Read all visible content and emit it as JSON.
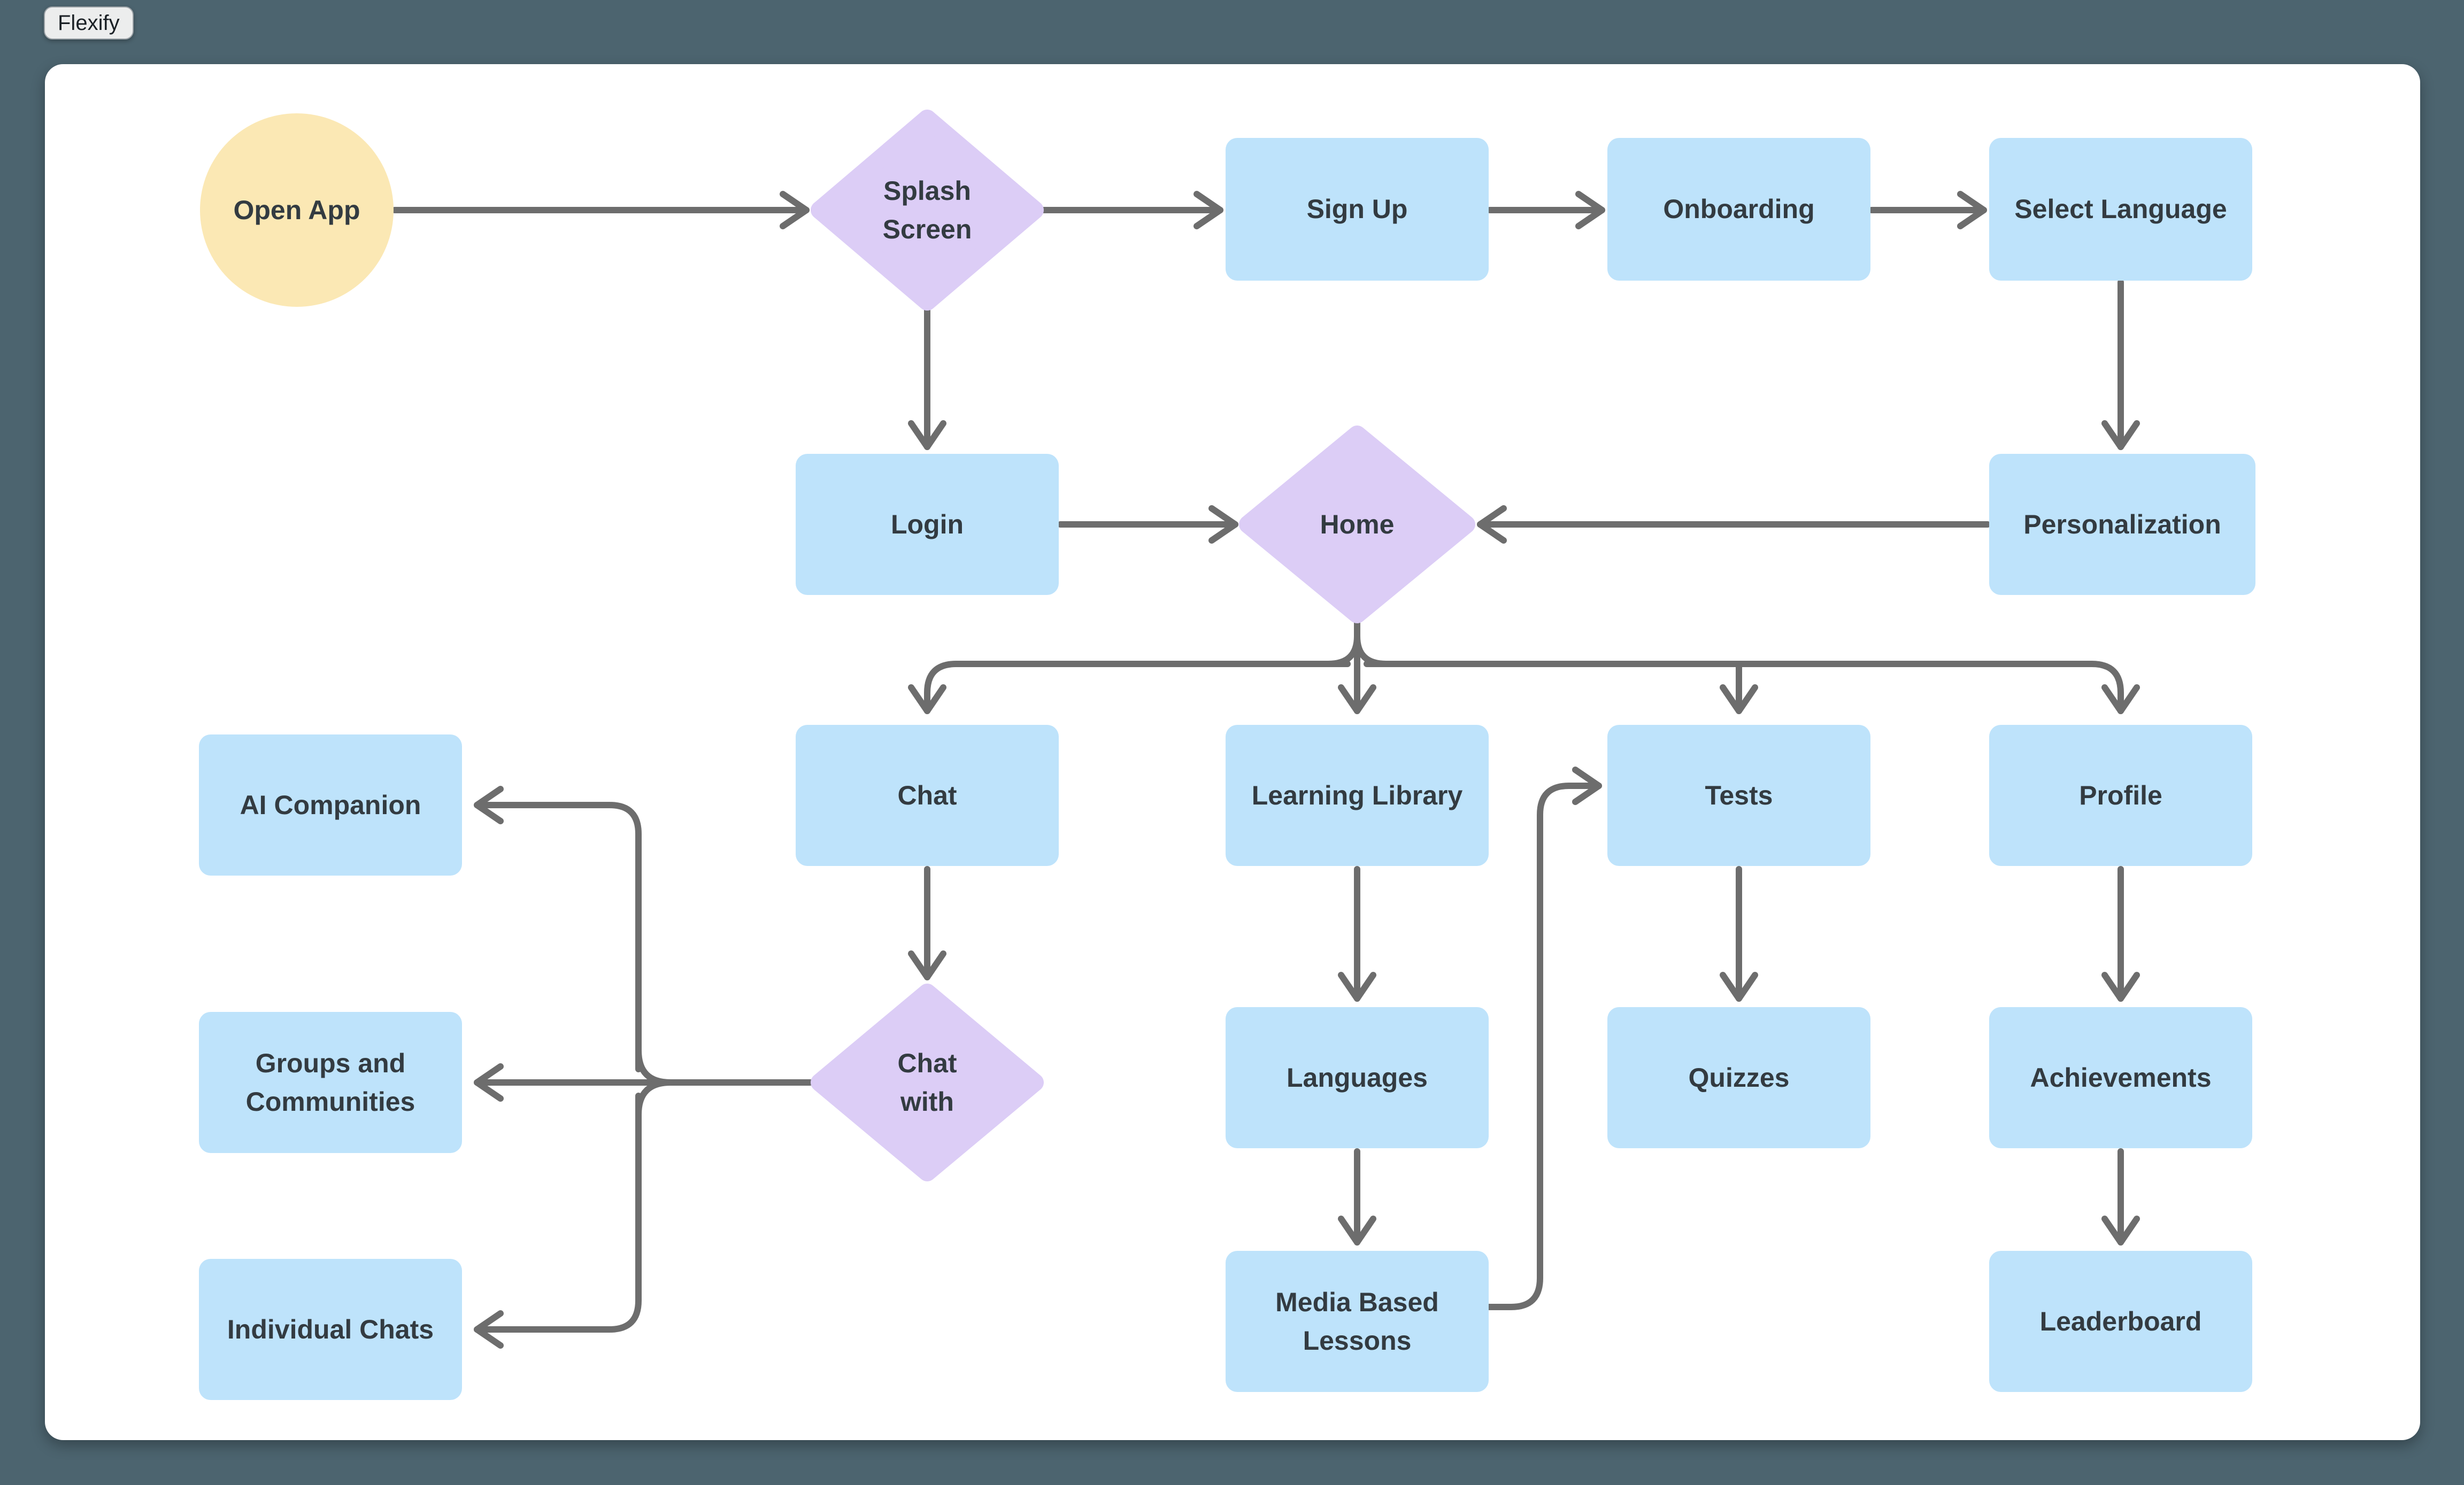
{
  "app": {
    "frame_label": "Flexify"
  },
  "colors": {
    "background": "#4c646f",
    "canvas": "#ffffff",
    "process_box": "#bee3fb",
    "decision_diamond": "#dccdf6",
    "start_ellipse": "#fbe8b4",
    "connector": "#6d6d6d",
    "label_text": "#333b41"
  },
  "nodes": {
    "open_app": {
      "label": "Open App",
      "shape": "ellipse"
    },
    "splash_screen": {
      "label": "Splash Screen",
      "shape": "diamond"
    },
    "sign_up": {
      "label": "Sign Up",
      "shape": "rectangle"
    },
    "onboarding": {
      "label": "Onboarding",
      "shape": "rectangle"
    },
    "select_language": {
      "label": "Select Language",
      "shape": "rectangle"
    },
    "login": {
      "label": "Login",
      "shape": "rectangle"
    },
    "home": {
      "label": "Home",
      "shape": "diamond"
    },
    "personalization": {
      "label": "Personalization",
      "shape": "rectangle"
    },
    "chat": {
      "label": "Chat",
      "shape": "rectangle"
    },
    "learning_library": {
      "label": "Learning Library",
      "shape": "rectangle"
    },
    "tests": {
      "label": "Tests",
      "shape": "rectangle"
    },
    "profile": {
      "label": "Profile",
      "shape": "rectangle"
    },
    "ai_companion": {
      "label": "AI Companion",
      "shape": "rectangle"
    },
    "groups_communities": {
      "label": "Groups and Communities",
      "shape": "rectangle"
    },
    "individual_chats": {
      "label": "Individual Chats",
      "shape": "rectangle"
    },
    "chat_with": {
      "label": "Chat with",
      "shape": "diamond"
    },
    "languages": {
      "label": "Languages",
      "shape": "rectangle"
    },
    "quizzes": {
      "label": "Quizzes",
      "shape": "rectangle"
    },
    "achievements": {
      "label": "Achievements",
      "shape": "rectangle"
    },
    "media_based_lessons": {
      "label": "Media Based Lessons",
      "shape": "rectangle"
    },
    "leaderboard": {
      "label": "Leaderboard",
      "shape": "rectangle"
    }
  },
  "edges": [
    {
      "from": "open_app",
      "to": "splash_screen"
    },
    {
      "from": "splash_screen",
      "to": "sign_up"
    },
    {
      "from": "sign_up",
      "to": "onboarding"
    },
    {
      "from": "onboarding",
      "to": "select_language"
    },
    {
      "from": "select_language",
      "to": "personalization"
    },
    {
      "from": "splash_screen",
      "to": "login"
    },
    {
      "from": "login",
      "to": "home"
    },
    {
      "from": "personalization",
      "to": "home"
    },
    {
      "from": "home",
      "to": "chat"
    },
    {
      "from": "home",
      "to": "learning_library"
    },
    {
      "from": "home",
      "to": "tests"
    },
    {
      "from": "home",
      "to": "profile"
    },
    {
      "from": "chat",
      "to": "chat_with"
    },
    {
      "from": "chat_with",
      "to": "ai_companion"
    },
    {
      "from": "chat_with",
      "to": "groups_communities"
    },
    {
      "from": "chat_with",
      "to": "individual_chats"
    },
    {
      "from": "learning_library",
      "to": "languages"
    },
    {
      "from": "languages",
      "to": "media_based_lessons"
    },
    {
      "from": "media_based_lessons",
      "to": "tests"
    },
    {
      "from": "tests",
      "to": "quizzes"
    },
    {
      "from": "profile",
      "to": "achievements"
    },
    {
      "from": "achievements",
      "to": "leaderboard"
    }
  ]
}
